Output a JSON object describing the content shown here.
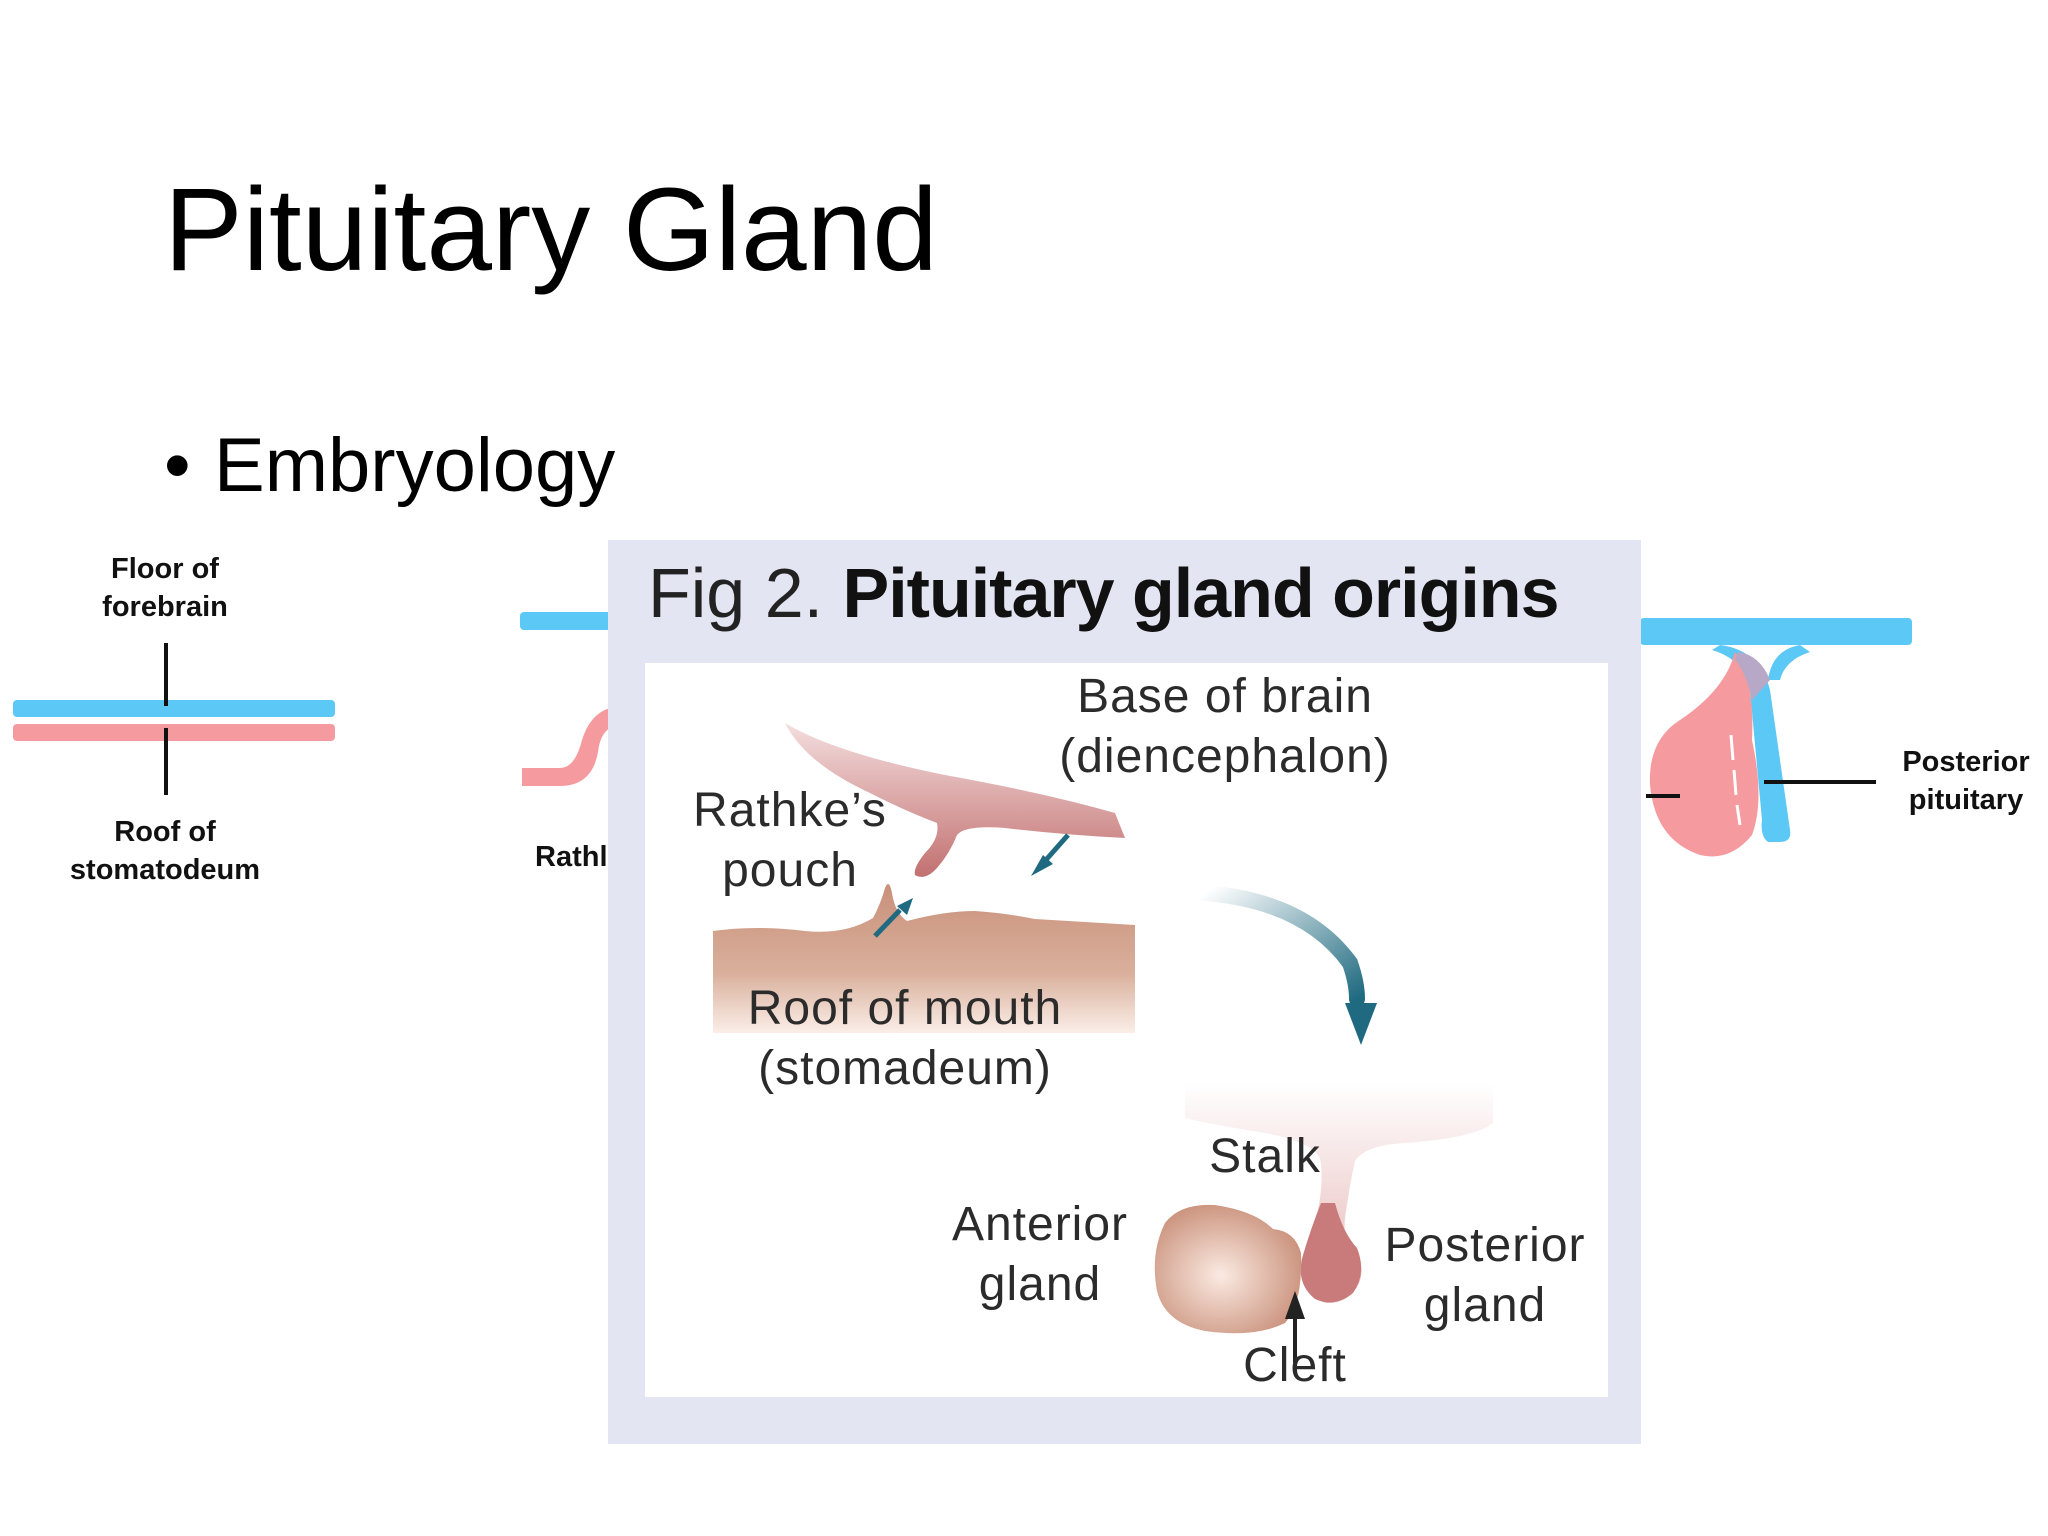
{
  "slide": {
    "title": "Pituitary Gland",
    "bullet_symbol": "•",
    "bullet": "Embryology"
  },
  "left_diagram": {
    "floor_label_l1": "Floor of",
    "floor_label_l2": "forebrain",
    "roof_label_l1": "Roof of",
    "roof_label_l2": "stomatodeum"
  },
  "middle_diagram": {
    "partial_label": "Rathl"
  },
  "right_diagram": {
    "posterior_label_l1": "Posterior",
    "posterior_label_l2": "pituitary"
  },
  "figure": {
    "prefix": "Fig 2.",
    "title": "Pituitary gland origins",
    "base_brain_l1": "Base of brain",
    "base_brain_l2": "(diencephalon)",
    "rathke_l1": "Rathke’s",
    "rathke_l2": "pouch",
    "roof_mouth_l1": "Roof of mouth",
    "roof_mouth_l2": "(stomadeum)",
    "stalk": "Stalk",
    "anterior_l1": "Anterior",
    "anterior_l2": "gland",
    "posterior_l1": "Posterior",
    "posterior_l2": "gland",
    "cleft": "Cleft"
  },
  "colors": {
    "neural_blue": "#5bc8f5",
    "oral_pink": "#f59a9e",
    "arrow_teal": "#1f6a80",
    "brain_tissue": "#c97a7a",
    "mouth_tissue": "#c99880",
    "panel_bg": "#e3e6f2"
  }
}
